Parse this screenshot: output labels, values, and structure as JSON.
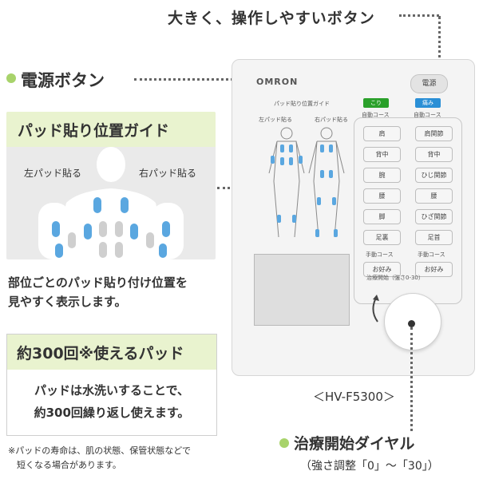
{
  "headline": "大きく、操作しやすいボタン",
  "power_callout": "電源ボタン",
  "guide": {
    "title": "パッド貼り位置ガイド",
    "left_pad": "左パッド貼る",
    "right_pad": "右パッド貼る",
    "description_line1": "部位ごとのパッド貼り付け位置を",
    "description_line2": "見やすく表示します。"
  },
  "pad": {
    "title": "約300回※使えるパッド",
    "desc_line1": "パッドは水洗いすることで、",
    "desc_line2": "約300回繰り返し使えます。"
  },
  "footnote": {
    "line1": "※パッドの寿命は、肌の状態、保管状態などで",
    "line2": "　短くなる場合があります。"
  },
  "device": {
    "logo": "OMRON",
    "power_button": "電源",
    "guide_label": "パッド貼り位置ガイド",
    "left_pad_label": "左パッド貼る",
    "right_pad_label": "右パッド貼る",
    "tag_left": "こり",
    "tag_right": "痛み",
    "auto_course_left": "自動コース",
    "auto_course_right": "自動コース",
    "left_buttons": [
      "肩",
      "背中",
      "腕",
      "腰",
      "脚",
      "足裏"
    ],
    "right_buttons": [
      "肩関節",
      "背中",
      "ひじ関節",
      "腰",
      "ひざ関節",
      "足首"
    ],
    "manual_course_left": "手動コース",
    "manual_course_right": "手動コース",
    "favorite_left": "お好み",
    "favorite_right": "お好み",
    "dial_label": "治療開始（強さ0-30）"
  },
  "model": "＜HV-F5300＞",
  "dial_callout": {
    "title": "治療開始ダイヤル",
    "subtitle": "（強さ調整「0」〜「30」）"
  },
  "colors": {
    "accent_green": "#a8d36b",
    "tag_green": "#2aa02a",
    "tag_blue": "#2a8fd6",
    "pad_blue": "#4a9fd8"
  }
}
